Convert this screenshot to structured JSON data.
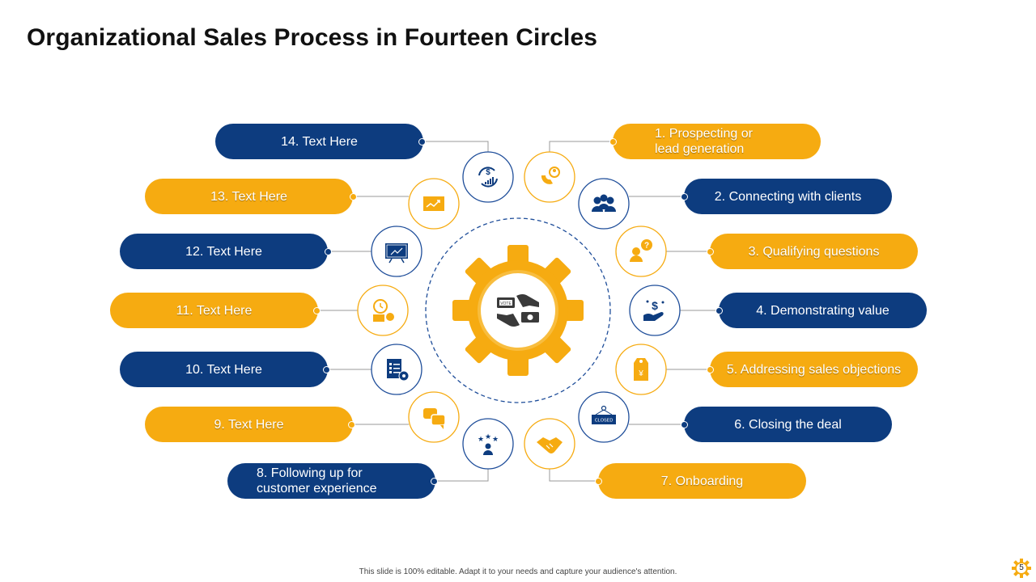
{
  "slide": {
    "title": "Organizational Sales Process in Fourteen Circles",
    "footer": "This slide is 100% editable. Adapt it to your needs and capture your audience's attention.",
    "page_number": "5"
  },
  "colors": {
    "blue": "#0d3c7f",
    "yellow": "#f6ab11",
    "circle_border_blue": "#1f4e9a",
    "circle_border_yellow": "#f6ab11",
    "connector": "#9a9a9a"
  },
  "center": {
    "gear_icon": "gear-icon",
    "center_icon": "money-exchange-hands-icon"
  },
  "steps": [
    {
      "label": "1. Prospecting or lead generation",
      "lines": [
        "1. Prospecting or",
        "lead generation"
      ],
      "color": "yellow",
      "icon": "magnet-user-icon"
    },
    {
      "label": "2. Connecting with clients",
      "lines": [
        "2. Connecting with clients"
      ],
      "color": "blue",
      "icon": "group-icon"
    },
    {
      "label": "3. Qualifying questions",
      "lines": [
        "3. Qualifying questions"
      ],
      "color": "yellow",
      "icon": "user-question-icon"
    },
    {
      "label": "4. Demonstrating value",
      "lines": [
        "4. Demonstrating value"
      ],
      "color": "blue",
      "icon": "hand-dollar-icon"
    },
    {
      "label": "5. Addressing sales objections",
      "lines": [
        "5. Addressing sales objections"
      ],
      "color": "yellow",
      "icon": "price-tag-icon"
    },
    {
      "label": "6. Closing the deal",
      "lines": [
        "6. Closing the deal"
      ],
      "color": "blue",
      "icon": "closed-sign-icon",
      "icon_text": "CLOSED"
    },
    {
      "label": "7. Onboarding",
      "lines": [
        "7. Onboarding"
      ],
      "color": "yellow",
      "icon": "handshake-icon"
    },
    {
      "label": "8. Following up for customer experience",
      "lines": [
        "8. Following up for",
        "customer experience"
      ],
      "color": "blue",
      "icon": "star-rating-user-icon"
    },
    {
      "label": "9. Text Here",
      "lines": [
        "9. Text Here"
      ],
      "color": "yellow",
      "icon": "chat-bubbles-icon"
    },
    {
      "label": "10. Text Here",
      "lines": [
        "10. Text Here"
      ],
      "color": "blue",
      "icon": "checklist-gear-icon"
    },
    {
      "label": "11. Text Here",
      "lines": [
        "11. Text Here"
      ],
      "color": "yellow",
      "icon": "clock-money-icon"
    },
    {
      "label": "12. Text Here",
      "lines": [
        "12. Text Here"
      ],
      "color": "blue",
      "icon": "presentation-board-icon"
    },
    {
      "label": "13. Text Here",
      "lines": [
        "13. Text Here"
      ],
      "color": "yellow",
      "icon": "growth-chart-icon"
    },
    {
      "label": "14. Text Here",
      "lines": [
        "14. Text Here"
      ],
      "color": "blue",
      "icon": "dollar-cycle-icon"
    }
  ]
}
